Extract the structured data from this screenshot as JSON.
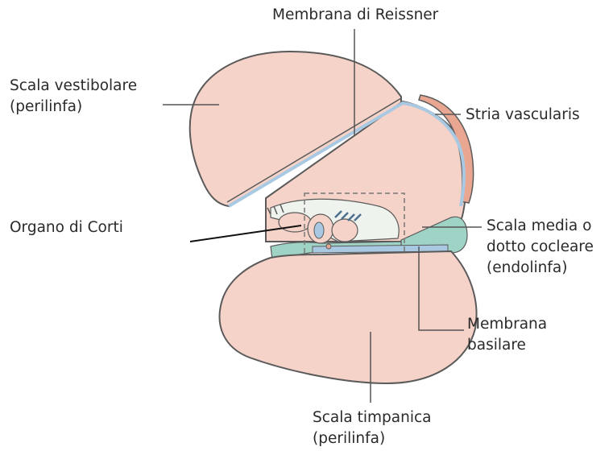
{
  "labels": {
    "reissner": "Membrana di Reissner",
    "vestibolare_1": "Scala vestibolare",
    "vestibolare_2": "(perilinfa)",
    "stria": "Stria vascularis",
    "corti": "Organo di Corti",
    "media_1": "Scala media o",
    "media_2": "dotto cocleare",
    "media_3": "(endolinfa)",
    "basilare_1": "Membrana",
    "basilare_2": "basilare",
    "timpanica_1": "Scala timpanica",
    "timpanica_2": "(perilinfa)"
  },
  "colors": {
    "tissue_fill": "#f6d3c8",
    "outline": "#5a5a5a",
    "stria": "#e9a792",
    "membrane_blue": "#a9c9e3",
    "limbus_teal": "#9fd3c6",
    "tectorial": "#eef3ee",
    "leader": "#555555"
  }
}
